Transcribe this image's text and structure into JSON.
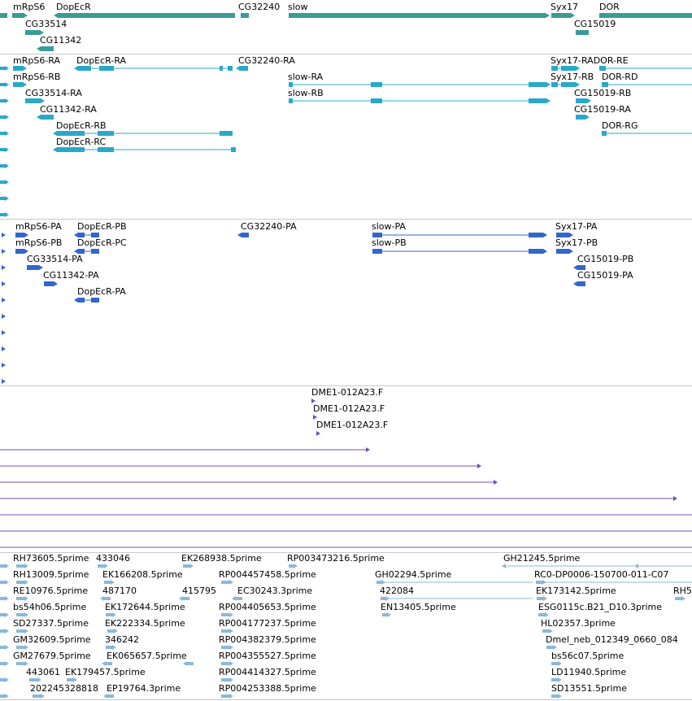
{
  "colors": {
    "gene": "#3a9a9a",
    "transcript": "#2aa8c8",
    "cds": "#3366cc",
    "clone": "#7050b0",
    "est": "#8ab8d8",
    "separator": "#c8c8c8"
  },
  "genes": [
    {
      "label": "mRpS6"
    },
    {
      "label": "DopEcR"
    },
    {
      "label": "CG32240"
    },
    {
      "label": "slow"
    },
    {
      "label": "Syx17"
    },
    {
      "label": "DOR"
    },
    {
      "label": "CG33514"
    },
    {
      "label": "CG15019"
    },
    {
      "label": "CG11342"
    }
  ],
  "transcripts": [
    {
      "label": "mRpS6-RA"
    },
    {
      "label": "DopEcR-RA"
    },
    {
      "label": "CG32240-RA"
    },
    {
      "label": "Syx17-RADOR-RE"
    },
    {
      "label": "mRpS6-RB"
    },
    {
      "label": "slow-RA"
    },
    {
      "label": "Syx17-RB"
    },
    {
      "label": "DOR-RD"
    },
    {
      "label": "CG33514-RA"
    },
    {
      "label": "slow-RB"
    },
    {
      "label": "CG15019-RB"
    },
    {
      "label": "CG11342-RA"
    },
    {
      "label": "CG15019-RA"
    },
    {
      "label": "DopEcR-RB"
    },
    {
      "label": "DOR-RG"
    },
    {
      "label": "DopEcR-RC"
    }
  ],
  "proteins": [
    {
      "label": "mRpS6-PA"
    },
    {
      "label": "DopEcR-PB"
    },
    {
      "label": "CG32240-PA"
    },
    {
      "label": "slow-PA"
    },
    {
      "label": "Syx17-PA"
    },
    {
      "label": "mRpS6-PB"
    },
    {
      "label": "DopEcR-PC"
    },
    {
      "label": "slow-PB"
    },
    {
      "label": "Syx17-PB"
    },
    {
      "label": "CG33514-PA"
    },
    {
      "label": "CG15019-PB"
    },
    {
      "label": "CG11342-PA"
    },
    {
      "label": "CG15019-PA"
    },
    {
      "label": "DopEcR-PA"
    }
  ],
  "clones": [
    {
      "label": "DME1-012A23.F"
    },
    {
      "label": "DME1-012A23.F"
    },
    {
      "label": "DME1-012A23.F"
    }
  ],
  "ests": [
    {
      "label": "RH73605.5prime"
    },
    {
      "label": "433046"
    },
    {
      "label": "EK268938.5prime"
    },
    {
      "label": "RP003473216.5prime"
    },
    {
      "label": "GH21245.5prime"
    },
    {
      "label": "RH13009.5prime"
    },
    {
      "label": "EK166208.5prime"
    },
    {
      "label": "RP004457458.5prime"
    },
    {
      "label": "GH02294.5prime"
    },
    {
      "label": "RC0-DP0006-150700-011-C07"
    },
    {
      "label": "RE10976.5prime"
    },
    {
      "label": "487170"
    },
    {
      "label": "415795"
    },
    {
      "label": "EC30243.3prime"
    },
    {
      "label": "422084"
    },
    {
      "label": "EK173142.5prime"
    },
    {
      "label": "RH5"
    },
    {
      "label": "bs54h06.5prime"
    },
    {
      "label": "EK172644.5prime"
    },
    {
      "label": "RP004405653.5prime"
    },
    {
      "label": "EN13405.5prime"
    },
    {
      "label": "ESG0115c.B21_D10.3prime"
    },
    {
      "label": "SD27337.5prime"
    },
    {
      "label": "EK222334.5prime"
    },
    {
      "label": "RP004177237.5prime"
    },
    {
      "label": "HL02357.3prime"
    },
    {
      "label": "GM32609.5prime"
    },
    {
      "label": "346242"
    },
    {
      "label": "RP004382379.5prime"
    },
    {
      "label": "Dmel_neb_012349_0660_084"
    },
    {
      "label": "GM27679.5prime"
    },
    {
      "label": "EK065657.5prime"
    },
    {
      "label": "RP004355527.5prime"
    },
    {
      "label": "bs56c07.5prime"
    },
    {
      "label": "443061"
    },
    {
      "label": "EK179457.5prime"
    },
    {
      "label": "RP004414327.5prime"
    },
    {
      "label": "LD11940.5prime"
    },
    {
      "label": "202245328818"
    },
    {
      "label": "EP19764.3prime"
    },
    {
      "label": "RP004253388.5prime"
    },
    {
      "label": "SD13551.5prime"
    }
  ]
}
